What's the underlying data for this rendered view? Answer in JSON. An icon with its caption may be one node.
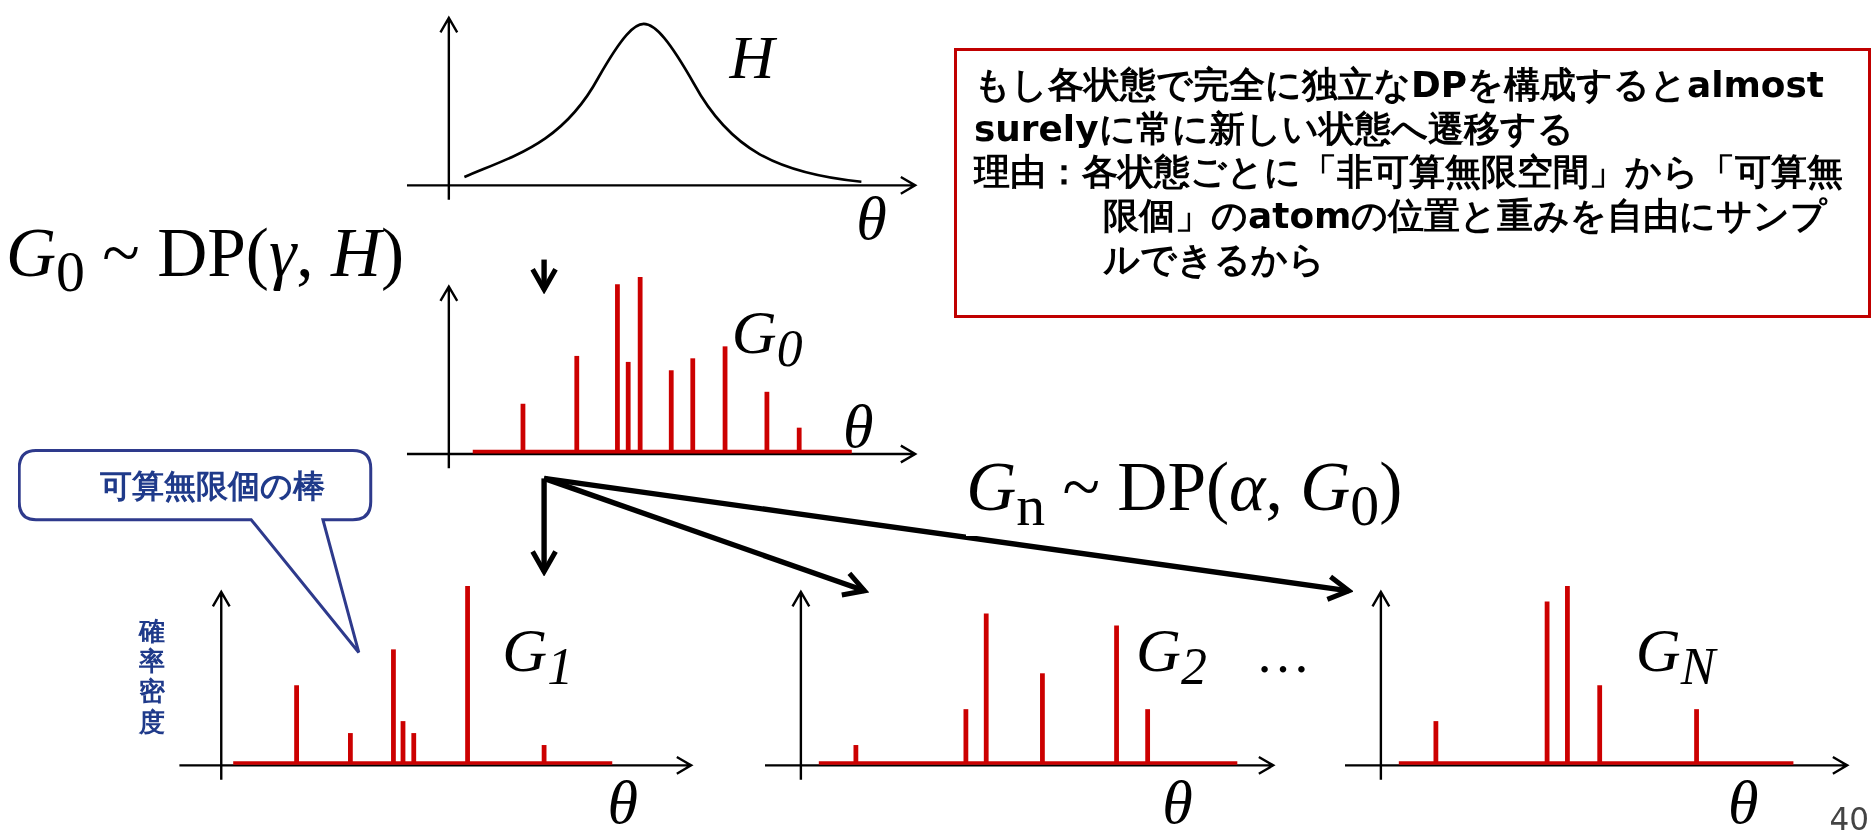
{
  "diagram": {
    "nodes": [
      {
        "text": [
          "H",
          "θ"
        ]
      },
      {
        "text": [
          "*G*$_{0}$",
          "θ"
        ]
      },
      {
        "text": [
          "もし各状態で完全に独立なDPを構成するとalmost surelyに常に新しい状態へ遷移する",
          "理由：各状態ごとに「非可算無限空間」から「可算無限個」のatomの位置と重みを自由にサンプルできるから"
        ]
      },
      {
        "text": [
          "可算無限個の棒"
        ]
      },
      {
        "text": [
          "*G*$_{1}$",
          "θ"
        ],
        "beside": [
          "確率密度"
        ]
      },
      {
        "text": [
          "*G*$_{2}$",
          "θ"
        ]
      },
      {
        "text": [
          "*G*$_{N}$",
          "θ"
        ]
      }
    ],
    "edges": [
      {
        "from": 0,
        "to": 1,
        "arrow": "to",
        "label": "*G*$_{0}$ ~ DP(*γ*, *H*)"
      },
      {
        "from": 1,
        "to": 4,
        "arrow": "to"
      },
      {
        "from": 1,
        "to": 5,
        "arrow": "to"
      },
      {
        "from": 1,
        "to": 6,
        "arrow": "to",
        "label": "*G*$_{n}$ ~ DP(*α*, *G*$_{0}$)"
      }
    ],
    "labels": [
      "…",
      "40"
    ]
  }
}
